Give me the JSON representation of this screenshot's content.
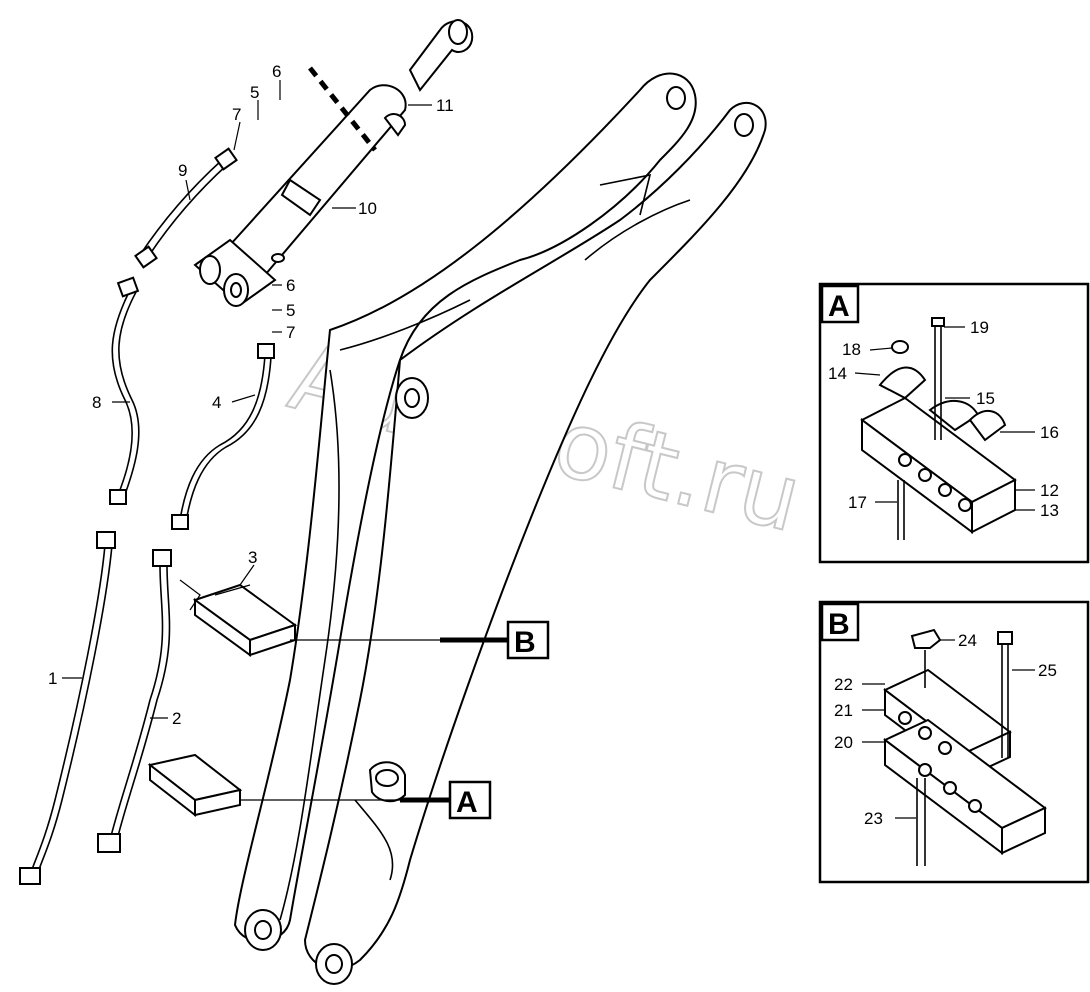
{
  "watermark": "AutoSoft.ru",
  "callouts": {
    "c1": "1",
    "c2": "2",
    "c3": "3",
    "c4": "4",
    "c5a": "5",
    "c5b": "5",
    "c6a": "6",
    "c6b": "6",
    "c7a": "7",
    "c7b": "7",
    "c8": "8",
    "c9": "9",
    "c10": "10",
    "c11": "11"
  },
  "refs": {
    "a": "A",
    "b": "B"
  },
  "detail_a": {
    "title": "A",
    "labels": {
      "l12": "12",
      "l13": "13",
      "l14": "14",
      "l15": "15",
      "l16": "16",
      "l17": "17",
      "l18": "18",
      "l19": "19"
    }
  },
  "detail_b": {
    "title": "B",
    "labels": {
      "l20": "20",
      "l21": "21",
      "l22": "22",
      "l23": "23",
      "l24": "24",
      "l25": "25"
    }
  }
}
